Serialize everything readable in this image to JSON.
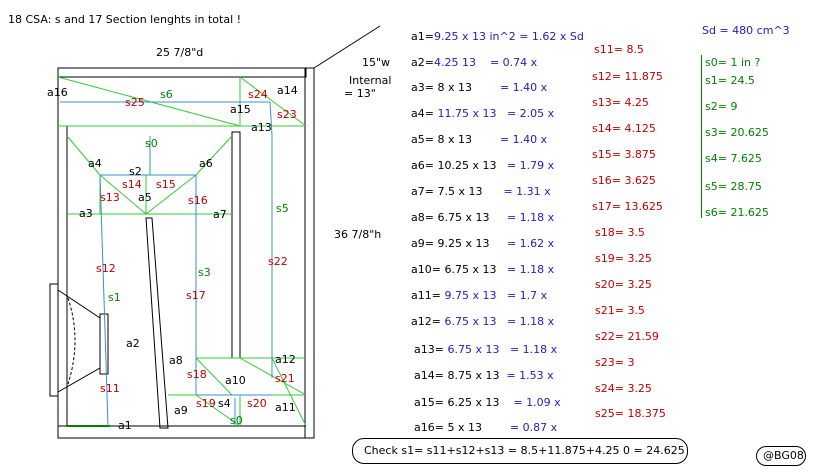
{
  "title": "18 CSA: s and 17 Section lenghts in total !",
  "dim_depth": "25 7/8\"d",
  "dim_width": "15\"w",
  "internal_label": "Internal",
  "internal_value": "= 13\"",
  "dim_height": "36 7/8\"h",
  "sd": "Sd = 480 cm^3",
  "signature": "@BG08",
  "check": "Check s1= s11+s12+s13 = 8.5+11.875+4.25 0 = 24.625",
  "a_formulas": [
    {
      "label": "a1=",
      "dims": "9.25 x 13 in^2",
      "eq": "= 1.62 x Sd"
    },
    {
      "label": "a2=",
      "dims": "4.25   13",
      "eq": "= 0.74 x"
    },
    {
      "label": "a3=",
      "dims": "8 x 13",
      "eq": "= 1.40 x"
    },
    {
      "label": "a4=",
      "dims": "11.75 x 13",
      "eq": "= 2.05 x"
    },
    {
      "label": "a5=",
      "dims": "8 x 13",
      "eq": "= 1.40 x"
    },
    {
      "label": "a6=",
      "dims": "10.25 x 13",
      "eq": "= 1.79 x"
    },
    {
      "label": "a7=",
      "dims": "7.5 x 13",
      "eq": "= 1.31 x"
    },
    {
      "label": "a8=",
      "dims": "6.75 x 13",
      "eq": "= 1.18 x"
    },
    {
      "label": "a9=",
      "dims": "9.25 x 13",
      "eq": "= 1.62 x"
    },
    {
      "label": "a10=",
      "dims": "6.75 x 13",
      "eq": "= 1.18 x"
    },
    {
      "label": "a11=",
      "dims": "9.75 x 13",
      "eq": "= 1.7  x"
    },
    {
      "label": "a12=",
      "dims": "6.75 x 13",
      "eq": "= 1.18 x"
    },
    {
      "label": "a13=",
      "dims": "6.75 x 13",
      "eq": "= 1.18 x"
    },
    {
      "label": "a14=",
      "dims": "8.75   x 13",
      "eq": "= 1.53 x"
    },
    {
      "label": "a15=",
      "dims": "6.25 x 13",
      "eq": "= 1.09 x"
    },
    {
      "label": "a16=",
      "dims": "5 x 13",
      "eq": "= 0.87 x"
    }
  ],
  "red_sections": [
    "s11= 8.5",
    "s12= 11.875",
    "s13= 4.25",
    "s14= 4.125",
    "s15= 3.875",
    "s16= 3.625",
    "s17= 13.625",
    "s18= 3.5",
    "s19= 3.25",
    "s20= 3.25",
    "s21= 3.5",
    "s22= 21.59",
    "s23= 3",
    "s24= 3.25",
    "s25= 18.375"
  ],
  "green_sections": [
    "s0= 1  in ?",
    "s1= 24.5",
    "s2= 9",
    "s3= 20.625",
    "s4= 7.625",
    "s5= 28.75",
    "s6= 21.625"
  ],
  "diagram_labels": {
    "a1": "a1",
    "a2": "a2",
    "a3": "a3",
    "a4": "a4",
    "a5": "a5",
    "a6": "a6",
    "a7": "a7",
    "a8": "a8",
    "a9": "a9",
    "a10": "a10",
    "a11": "a11",
    "a12": "a12",
    "a13": "a13",
    "a14": "a14",
    "a15": "a15",
    "a16": "a16",
    "s0top": "s0",
    "s0bot": "s0",
    "s1": "s1",
    "s2": "s2",
    "s3": "s3",
    "s4": "s4",
    "s5": "s5",
    "s6": "s6",
    "s11": "s11",
    "s12": "s12",
    "s13": "s13",
    "s14": "s14",
    "s15": "s15",
    "s16": "s16",
    "s17": "s17",
    "s18": "s18",
    "s19": "s19",
    "s20": "s20",
    "s21": "s21",
    "s22": "s22",
    "s23": "s23",
    "s24": "s24",
    "s25": "s25"
  },
  "colors": {
    "black": "#000000",
    "blue": "#2020c0",
    "red": "#c00000",
    "green": "#008000",
    "path": "#3a8fd0",
    "divider": "#33cc33"
  }
}
